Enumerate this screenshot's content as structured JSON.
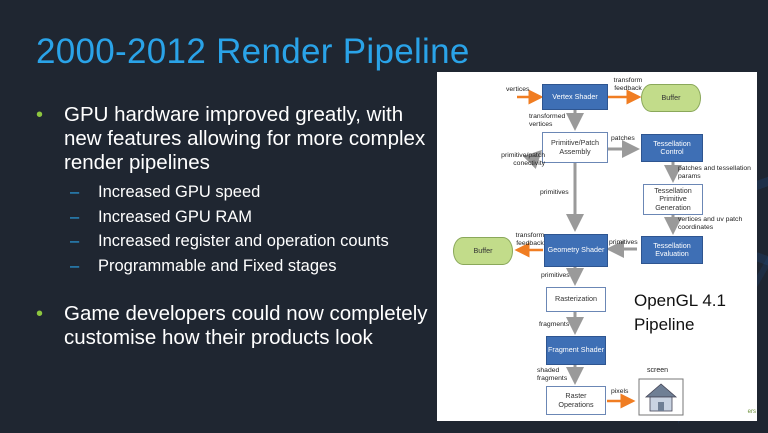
{
  "slide": {
    "title": "2000-2012 Render Pipeline",
    "bullets": [
      {
        "text": "GPU hardware improved greatly, with new features allowing for more complex render pipelines",
        "subs": [
          "Increased GPU speed",
          "Increased GPU RAM",
          "Increased register and operation counts",
          "Programmable and Fixed stages"
        ]
      },
      {
        "text": "Game developers could now completely customise how their products look"
      }
    ],
    "footer": "ers"
  },
  "diagram": {
    "caption_line1": "OpenGL 4.1",
    "caption_line2": "Pipeline",
    "nodes": {
      "vertex_shader": "Vertex Shader",
      "buffer_top": "Buffer",
      "primitive_patch_assembly": "Primitive/Patch Assembly",
      "tessellation_control": "Tessellation Control",
      "tessellation_primitive_generation": "Tessellation Primitive Generation",
      "tessellation_evaluation": "Tessellation Evaluation",
      "geometry_shader": "Geometry Shader",
      "buffer_left": "Buffer",
      "rasterization": "Rasterization",
      "fragment_shader": "Fragment Shader",
      "raster_operations": "Raster Operations",
      "screen": "screen"
    },
    "labels": {
      "vertices": "vertices",
      "transform_feedback_top": "transform feedback",
      "transformed_vertices": "transformed vertices",
      "patches": "patches",
      "primitive_patch_connectivity": "primitive/patch conectivity",
      "patches_tess_params": "patches and tessellation params",
      "primitives_mid": "primitives",
      "vertices_uv": "vertices and uv patch coordinates",
      "transform_feedback_left": "transform feedback",
      "primitives_right": "primitives",
      "primitives_low": "primitives",
      "fragments": "fragments",
      "shaded_fragments": "shaded fragments",
      "pixels": "pixels"
    },
    "colors": {
      "programmable": "#3e6fb5",
      "buffer": "#c2dc8a",
      "orange_arrow": "#f07d22",
      "grey_arrow": "#9a9a9a"
    }
  }
}
